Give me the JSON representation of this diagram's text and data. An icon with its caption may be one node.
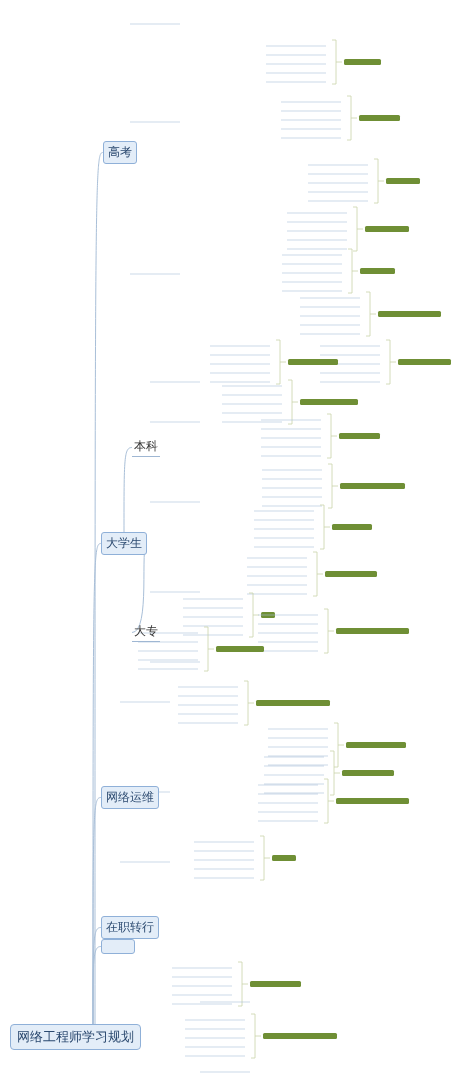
{
  "diagram": {
    "nodes": [
      {
        "text": [
          "网络工程师学习规划"
        ]
      },
      {
        "text": [
          "高考"
        ]
      },
      {
        "text": [
          "大学生"
        ]
      },
      {
        "text": [
          "网络运维"
        ]
      },
      {
        "text": [
          "在职转行"
        ]
      },
      {
        "text": [],
        "shape": "box"
      },
      {
        "text": [
          "本科"
        ]
      },
      {
        "text": [
          "大专"
        ]
      }
    ],
    "edges": [
      {
        "from": 0,
        "to": 1,
        "arrow": "none"
      },
      {
        "from": 0,
        "to": 2,
        "arrow": "none"
      },
      {
        "from": 0,
        "to": 3,
        "arrow": "none"
      },
      {
        "from": 0,
        "to": 4,
        "arrow": "none"
      },
      {
        "from": 0,
        "to": 5,
        "arrow": "none"
      },
      {
        "from": 2,
        "to": 6,
        "arrow": "none"
      },
      {
        "from": 2,
        "to": 7,
        "arrow": "none"
      }
    ]
  }
}
